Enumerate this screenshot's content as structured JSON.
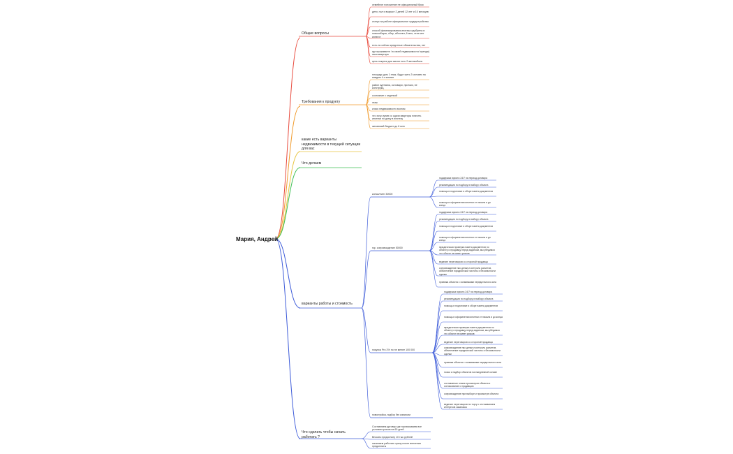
{
  "root": "Мария, Андрей",
  "colors": {
    "red": "#e8493c",
    "orange": "#f09a2b",
    "yellow": "#e7c441",
    "green": "#3fbf55",
    "blue": "#3d5bd9"
  },
  "general": {
    "label": "Общие вопросы",
    "items": [
      "семейное положение не официальный брак",
      "дети, пол и возраст 2 детей 12 лет и 10 месяцев",
      "статус на работе официальное трудоустройство",
      "способ финансирования ипотека одобрена в новосибирск, сбер, абсолют, 6 млн, этих мет каталог",
      "есть ли сейчас кредитные обязательства, нет",
      "где проживаете / в своей недвижимости/ аренда) своя квартира",
      "цель покупки для жизни есть 2 автомобиля"
    ]
  },
  "requirements": {
    "label": "Требования к продукту",
    "items": [
      "площадь дом 1 этаж, будут жить 3 человек на каждом 4-х комнат",
      "район куртвана, ословари, протоки, не конструкц.",
      "состояние с отделкой",
      "этаж",
      "класс недвижимости эконом",
      "что хочу купив со сдачи квартиры платить ипотеки по дому в ипотеку",
      "желаемый бюджет до 6 млн"
    ]
  },
  "options_label": "какие есть варианты недвижимости в текущей ситуации для вас",
  "todo_label": "Что делаем",
  "pricing": {
    "label": "варианты работы и стоимость",
    "consult": {
      "label": "консалтинг 30000",
      "items": [
        "поддержка юриста 24/7 на период договора",
        "рекомендация по подбору и выбору объекта",
        "помощь в подготовке и сборе пакета документов",
        "помощь в оформлении ипотеки от начала и до конца"
      ]
    },
    "escort": {
      "label": "юр. сопровождение 50000",
      "items": [
        "поддержка юриста 24/7 на период договора",
        "рекомендация по подбору и выбору объекта",
        "помощь в подготовке и сборе пакета документов",
        "помощь в оформлении ипотеки от начала и до конца",
        "юридическая проверка пакета документов по объекту и продавцу перед задатком, мы убедимся что объект не имеет рисков",
        "ведение переговоров со стороной продавца",
        "сопровождение нас делки и контроль расчетов, обеспечение юридической чистоты и безопасности сделки",
        "приемка объекта с холмимкими передаточного акта"
      ]
    },
    "pro": {
      "label": "покупка Pro 2% но не менее 100 000",
      "items": [
        "поддержка юриста 24/7 на период договора",
        "рекомендация по подбору и выбору объекта",
        "помощь в подготовке и сборе пакета документов",
        "помощь в оформлении ипотеки от начала и до конца",
        "юридическая проверка пакета документов по объекту и продавцу перед задатком, мы убедимся что объект не имеет рисков",
        "ведение переговоров со стороной продавца",
        "сопровождение нас делки и контроль расчетов, обеспечение юридической чистоты и безопасности сделки",
        "приемка объекта с холмимкими передаточного акта",
        "поиск и подбор объектов на ежедневной основе",
        "составление плана просмотров объекта и согласование с продавцом",
        "сопровождение при выборе и просмотре объекта",
        "ведение переговоров по торгу с отстаиванием интересов заказчика"
      ]
    },
    "newbuild": "новостройка, подбор без комиссии"
  },
  "start": {
    "label": "Что сделать чтобы начать работать ?",
    "items": [
      "Составляем договор где прописываем все условия сроком на 60 дней",
      "Вносим предоплату 10 тыс рублей",
      "начинаем работать сразу после внесения предоплаты"
    ]
  }
}
